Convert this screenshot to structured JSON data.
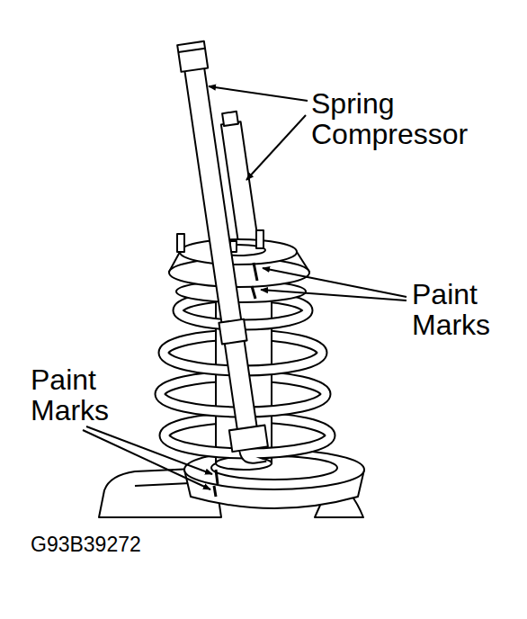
{
  "diagram": {
    "labels": [
      "Spring Compressor",
      "Paint Marks",
      "Paint Marks",
      "G93B39272"
    ]
  }
}
